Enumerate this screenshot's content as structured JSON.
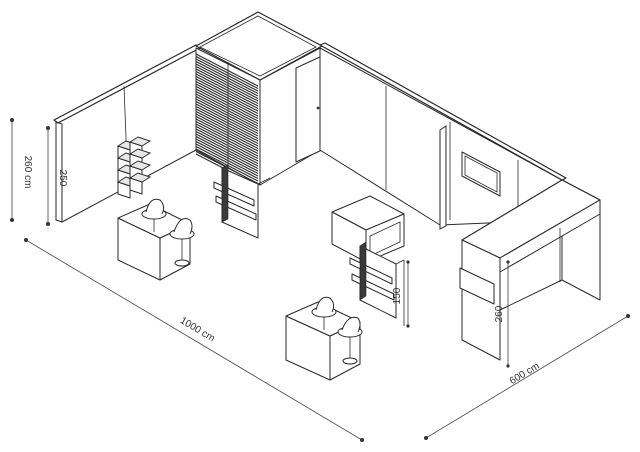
{
  "dimensions": {
    "total_height_label": "260 cm",
    "wall_height_label": "250",
    "length_label": "1000 cm",
    "depth_label": "600 cm",
    "shelf_height_label": "150",
    "column_height_label": "260"
  },
  "colors": {
    "line": "#2a2a2a",
    "dimension": "#555555",
    "background": "#ffffff",
    "dark_fill": "#3a3a3a"
  }
}
